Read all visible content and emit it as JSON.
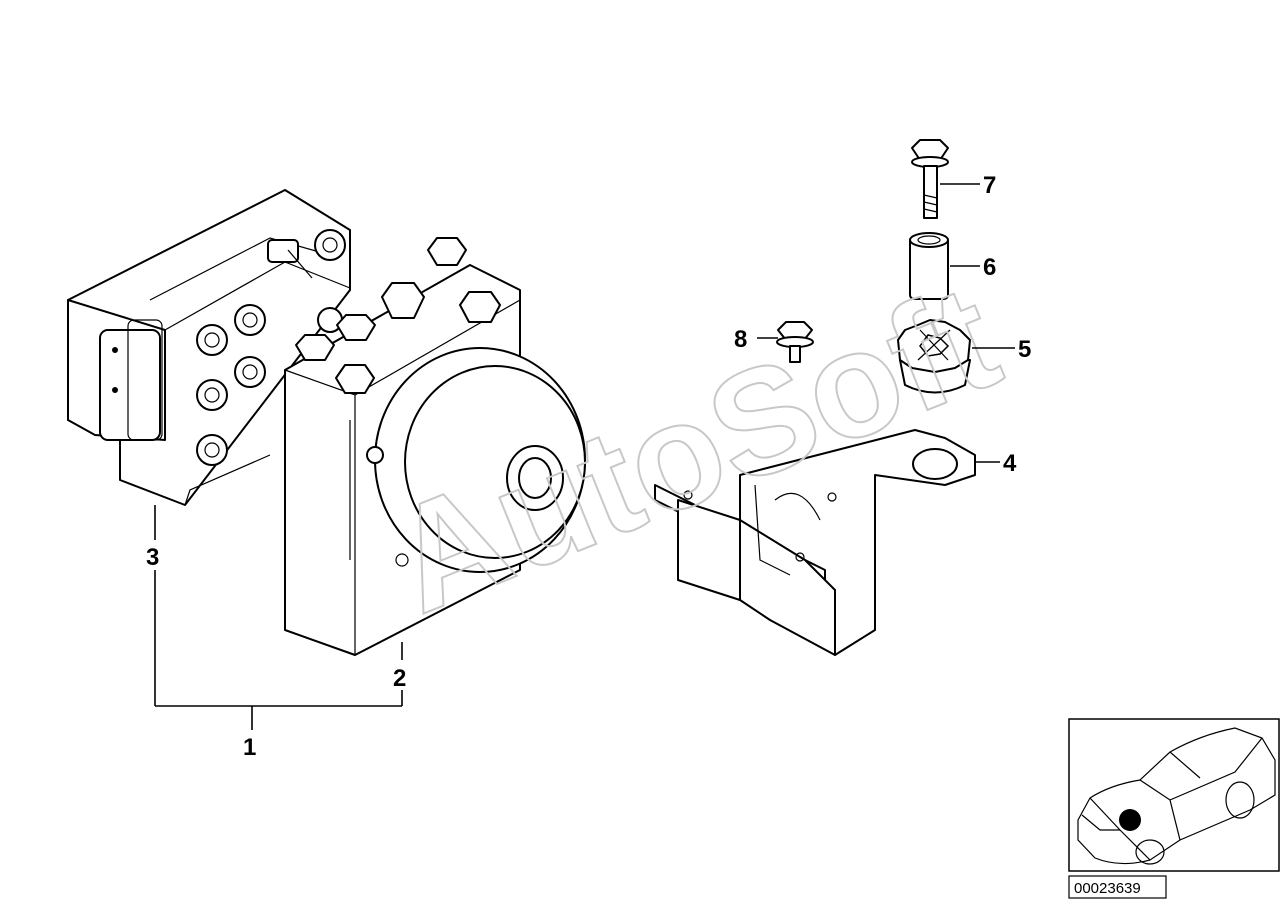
{
  "callouts": {
    "c1": "1",
    "c2": "2",
    "c3": "3",
    "c4": "4",
    "c5": "5",
    "c6": "6",
    "c7": "7",
    "c8": "8"
  },
  "watermark": "AutoSoft",
  "diagram_number": "00023639",
  "thumbnail": {
    "marker_color": "#000000"
  }
}
